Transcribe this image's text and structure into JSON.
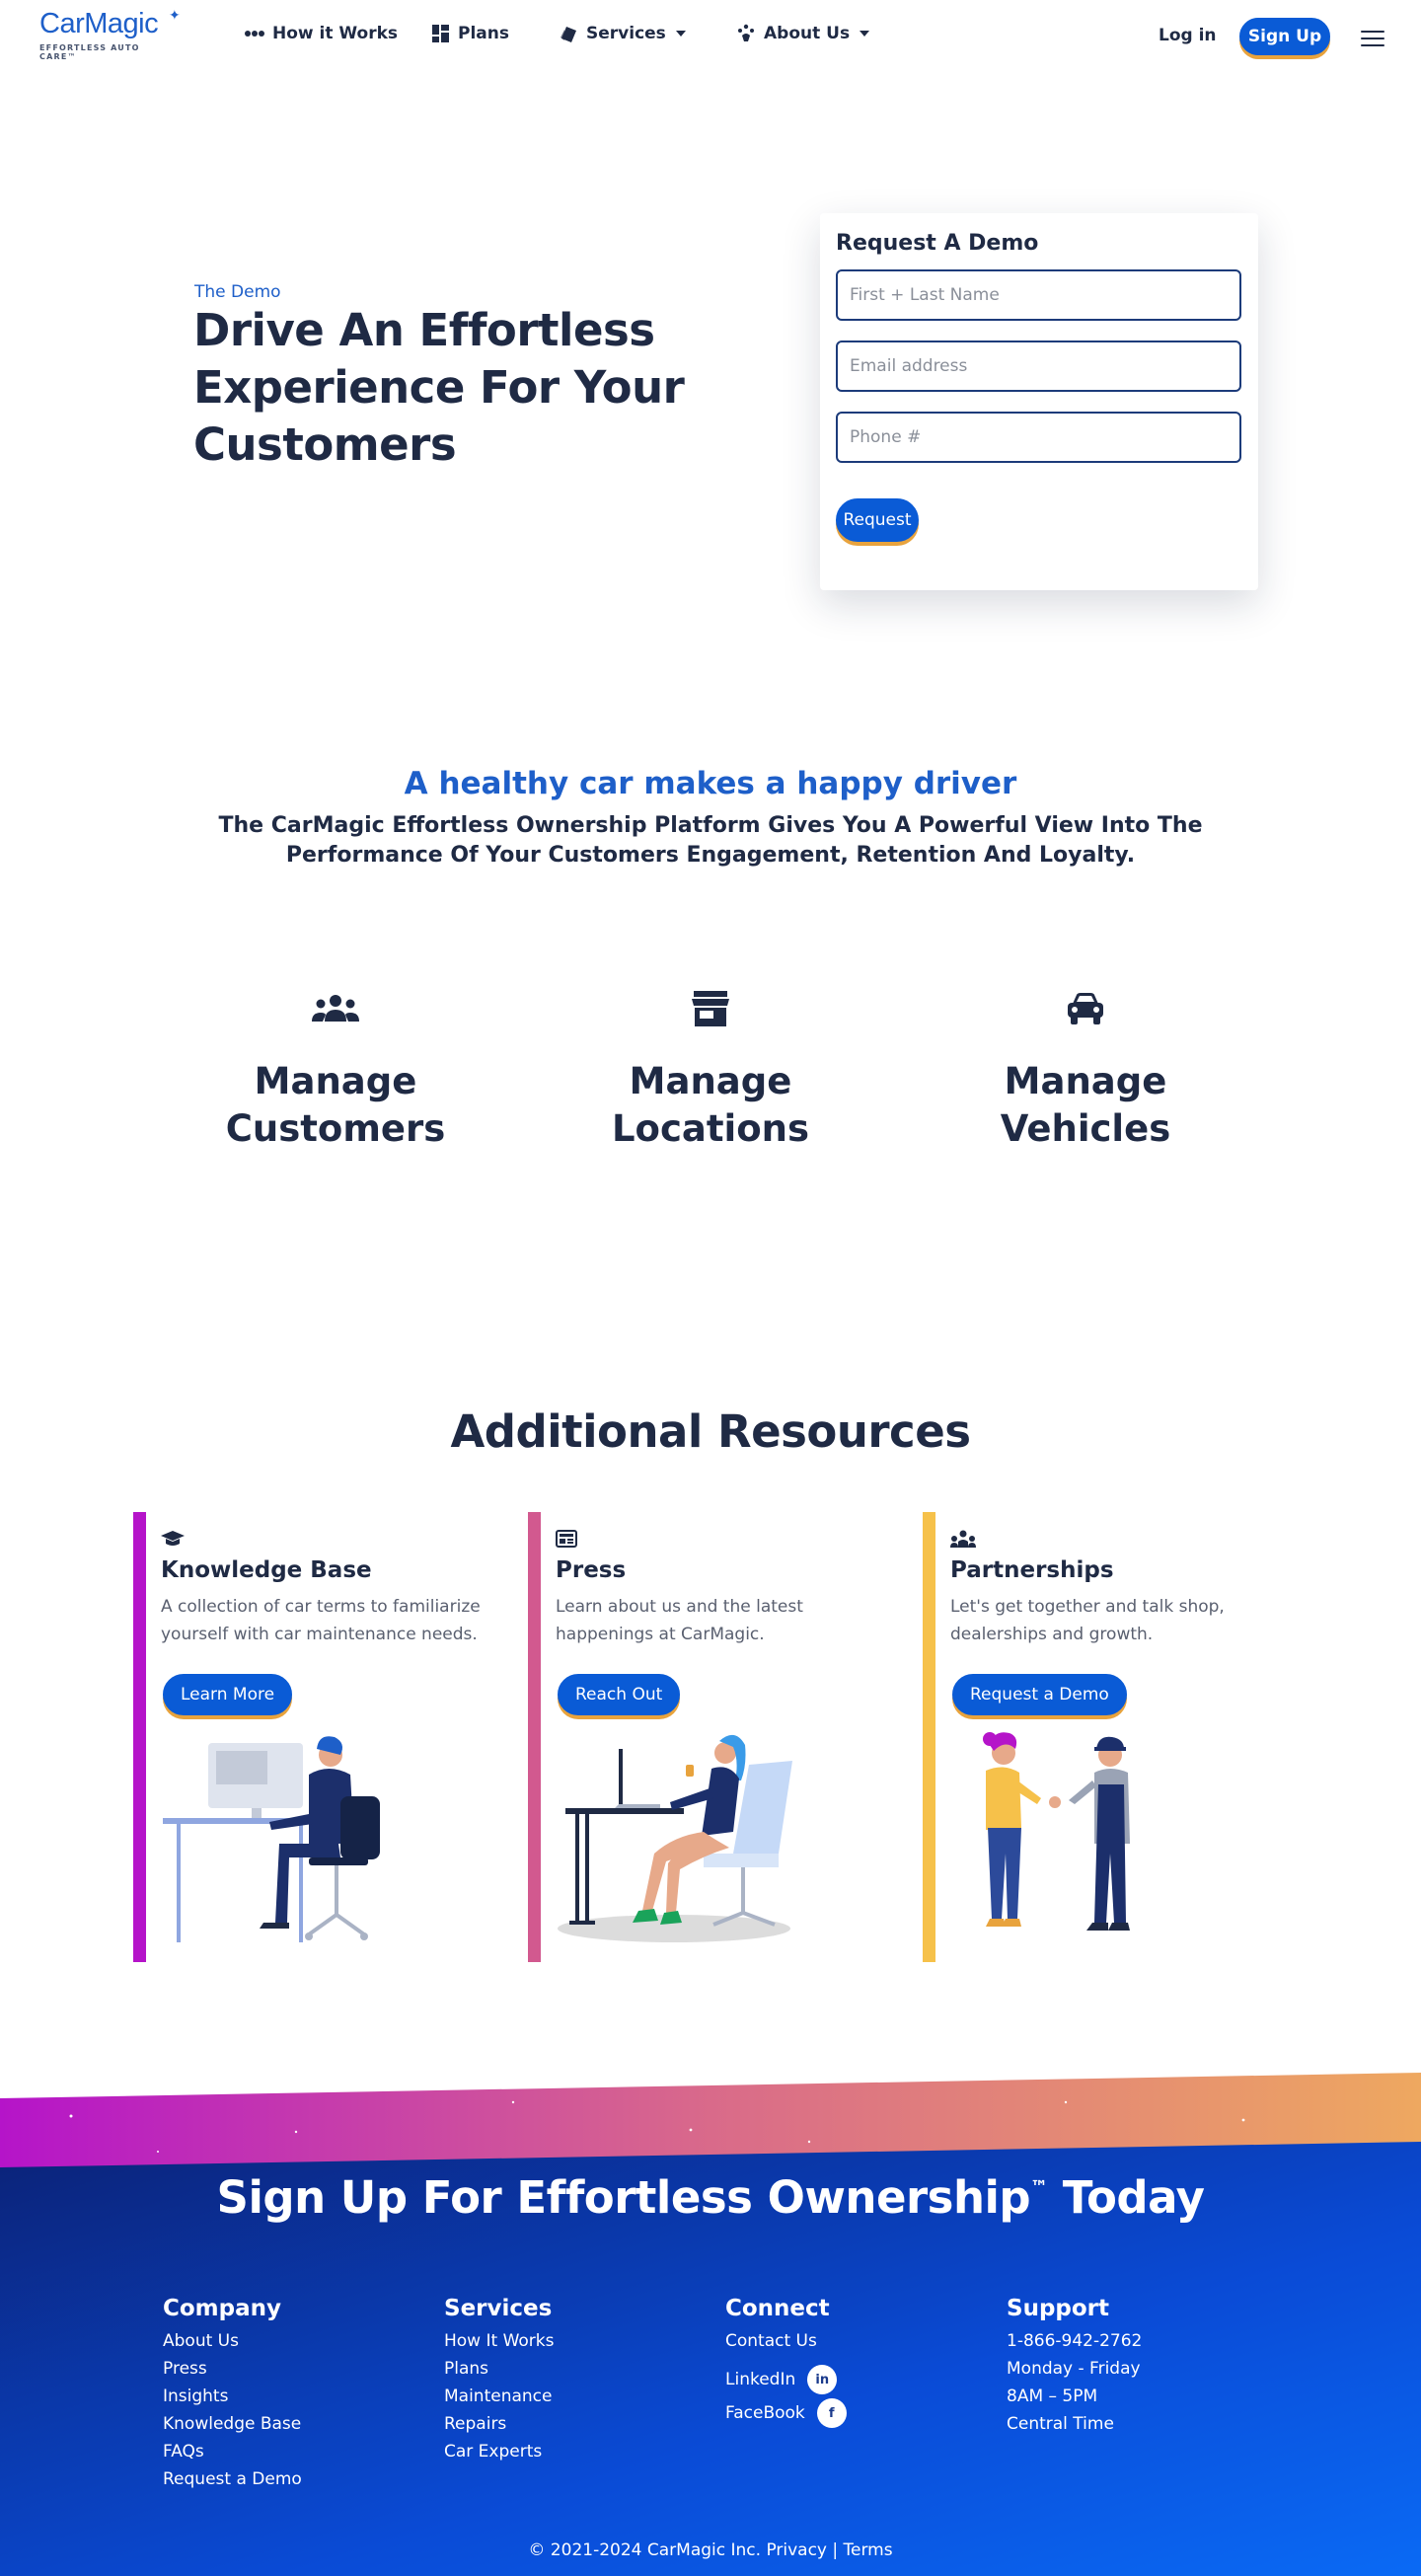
{
  "nav": {
    "logo_word": "CarMagic",
    "logo_tagline": "EFFORTLESS AUTO CARE™",
    "items": [
      {
        "label": "How it Works",
        "icon": "dots-icon"
      },
      {
        "label": "Plans",
        "icon": "grid-icon"
      },
      {
        "label": "Services",
        "icon": "card-icon",
        "dropdown": true
      },
      {
        "label": "About Us",
        "icon": "sparkle-icon",
        "dropdown": true
      }
    ],
    "login": "Log in",
    "signup": "Sign Up"
  },
  "hero": {
    "eyebrow": "The Demo",
    "title": "Drive An Effortless Experience For Your Customers"
  },
  "demo_form": {
    "title": "Request A Demo",
    "name_placeholder": "First + Last Name",
    "email_placeholder": "Email address",
    "phone_placeholder": "Phone #",
    "submit": "Request"
  },
  "healthy": {
    "title": "A healthy car makes a happy driver",
    "subtitle": "The CarMagic Effortless Ownership Platform Gives You A Powerful View Into The Performance Of Your Customers Engagement, Retention And Loyalty."
  },
  "manage": [
    {
      "line1": "Manage",
      "line2": "Customers",
      "icon": "users-icon"
    },
    {
      "line1": "Manage",
      "line2": "Locations",
      "icon": "store-icon"
    },
    {
      "line1": "Manage",
      "line2": "Vehicles",
      "icon": "car-icon"
    }
  ],
  "resources": {
    "title": "Additional Resources",
    "cards": [
      {
        "name": "Knowledge Base",
        "desc": "A collection of car terms to familiarize yourself with car maintenance needs.",
        "button": "Learn More",
        "icon": "graduation-cap-icon",
        "color": "#b514c9"
      },
      {
        "name": "Press",
        "desc": "Learn about us and the latest happenings at CarMagic.",
        "button": "Reach Out",
        "icon": "newspaper-icon",
        "color": "#d2598f"
      },
      {
        "name": "Partnerships",
        "desc": "Let's get together and talk shop, dealerships and growth.",
        "button": "Request a Demo",
        "icon": "people-group-icon",
        "color": "#f6c14a"
      }
    ]
  },
  "footer": {
    "title": "Sign Up For Effortless Ownership",
    "title_mark": "™",
    "title_end": " Today",
    "company": {
      "heading": "Company",
      "links": [
        "About Us",
        "Press",
        "Insights",
        "Knowledge Base",
        "FAQs",
        "Request a Demo"
      ]
    },
    "services": {
      "heading": "Services",
      "links": [
        "How It Works",
        "Plans",
        "Maintenance",
        "Repairs",
        "Car Experts"
      ]
    },
    "connect": {
      "heading": "Connect",
      "contact": "Contact Us",
      "linkedin": "LinkedIn",
      "linkedin_glyph": "in",
      "facebook": "FaceBook",
      "facebook_glyph": "f"
    },
    "support": {
      "heading": "Support",
      "lines": [
        "1-866-942-2762",
        "Monday - Friday",
        "8AM – 5PM",
        "Central Time"
      ]
    },
    "copyright": "© 2021-2024 CarMagic Inc. Privacy | Terms"
  },
  "colors": {
    "brand_blue": "#0a5bd6",
    "button_shadow": "#e8a33d",
    "navy_text": "#1f2a44"
  }
}
